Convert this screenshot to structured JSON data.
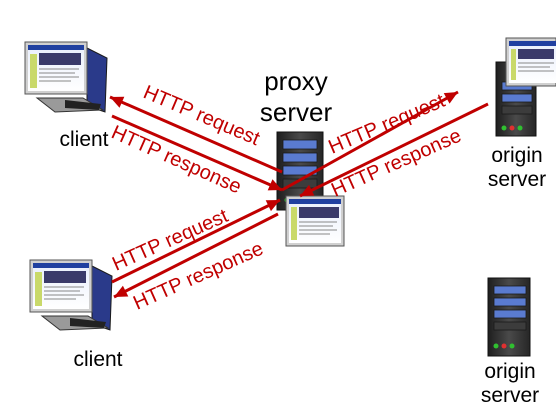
{
  "labels": {
    "proxy_server": "proxy\nserver",
    "client_top": "client",
    "client_bottom": "client",
    "origin_top": "origin\nserver",
    "origin_bottom": "origin\nserver"
  },
  "arrows": {
    "http_request": "HTTP request",
    "http_response": "HTTP response"
  },
  "colors": {
    "arrow": "#c00000",
    "server_body": "#3a3a3a",
    "server_blue": "#5a7bd0",
    "monitor_frame": "#c8c8c8",
    "screen_blue": "#1c2f8a"
  }
}
